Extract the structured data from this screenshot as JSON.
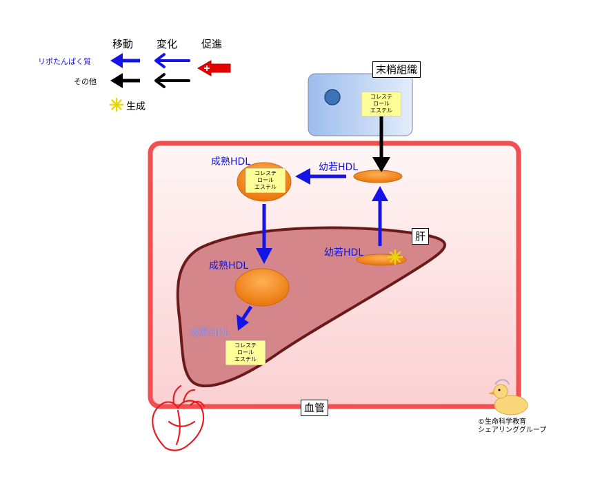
{
  "legend": {
    "headers": {
      "move": "移動",
      "change": "変化",
      "promote": "促進"
    },
    "rows": [
      {
        "label": "リポたんぱく質",
        "color": "#1414e6"
      },
      {
        "label": "その他",
        "color": "#000000"
      }
    ],
    "generation": "生成",
    "promote_color": "#e60000"
  },
  "labels": {
    "peripheral_tissue": "末梢組織",
    "liver": "肝",
    "blood_vessel": "血管"
  },
  "particles": {
    "mature_hdl_top": "成熟HDL",
    "immature_hdl_top": "幼若HDL",
    "immature_hdl_liver": "幼若HDL",
    "mature_hdl_liver": "成熟HDL",
    "mature_hdl_faded": "成熟HDL"
  },
  "cholesterol_ester": [
    "コレステ",
    "ロール",
    "エステル"
  ],
  "credit": {
    "line1": "©生命科学教育",
    "line2": "シェアリンググループ"
  },
  "colors": {
    "blood_vessel_border": "#f25050",
    "liver_fill": "#d4868a",
    "liver_border": "#6b1a1a",
    "particle_orange": "#f08a1c",
    "cell_blue": "#a9c6ef",
    "arrow_blue": "#1414e6"
  }
}
